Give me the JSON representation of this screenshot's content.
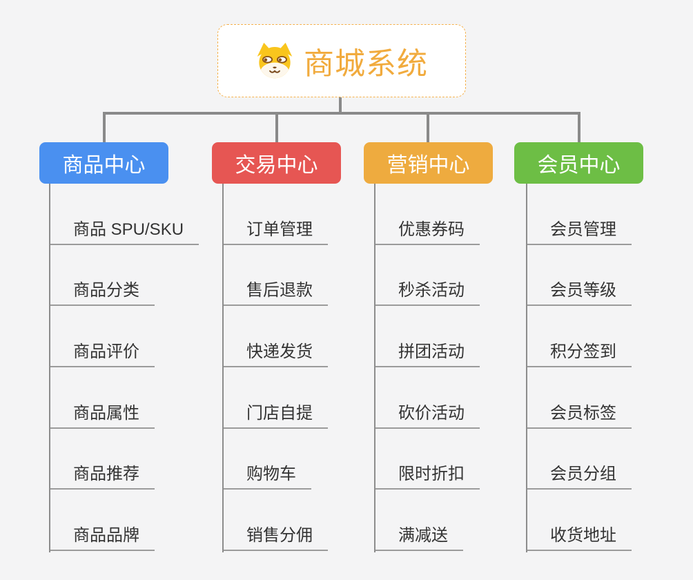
{
  "root": {
    "title": "商城系统",
    "icon": "shiba-dog-icon"
  },
  "branches": [
    {
      "label": "商品中心",
      "color": "#4a90f0",
      "children": [
        "商品 SPU/SKU",
        "商品分类",
        "商品评价",
        "商品属性",
        "商品推荐",
        "商品品牌"
      ]
    },
    {
      "label": "交易中心",
      "color": "#e65653",
      "children": [
        "订单管理",
        "售后退款",
        "快递发货",
        "门店自提",
        "购物车",
        "销售分佣"
      ]
    },
    {
      "label": "营销中心",
      "color": "#eeab3f",
      "children": [
        "优惠券码",
        "秒杀活动",
        "拼团活动",
        "砍价活动",
        "限时折扣",
        "满减送"
      ]
    },
    {
      "label": "会员中心",
      "color": "#6dbe45",
      "children": [
        "会员管理",
        "会员等级",
        "积分签到",
        "会员标签",
        "会员分组",
        "收货地址"
      ]
    }
  ],
  "style": {
    "background": "#f4f4f5",
    "title_color": "#f1ab3e",
    "root_border_color": "#f5b04a",
    "connector_color": "#8a8a8a",
    "underline_color": "#9b9b9b",
    "child_text_color": "#333333"
  }
}
